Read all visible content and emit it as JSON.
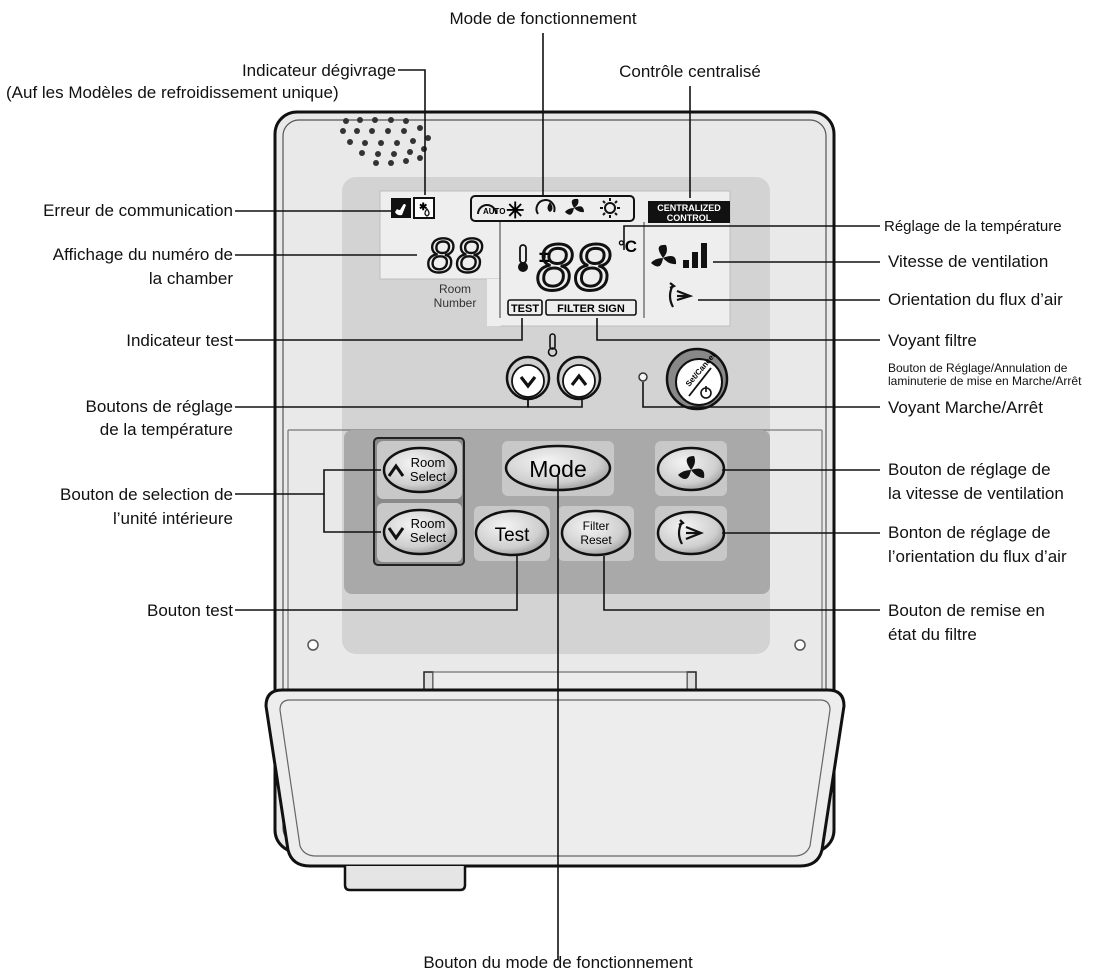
{
  "labels": {
    "mode": "Mode de fonctionnement",
    "defrost_line1": "Indicateur dégivrage",
    "defrost_line2": "(Auf les Modèles de refroidissement unique)",
    "central_control": "Contrôle centralisé",
    "comm_error": "Erreur de communication",
    "room_number_line1": "Affichage du numéro de",
    "room_number_line2": "la chamber",
    "temp_setting": "Réglage de la température",
    "fan_speed": "Vitesse de ventilation",
    "airflow": "Orientation du flux d’air",
    "test_indicator": "Indicateur test",
    "filter_lamp": "Voyant filtre",
    "set_cancel_button": "Bouton de Réglage/Annulation de laminuterie de mise en Marche/Arrêt",
    "temp_buttons_line1": "Boutons de réglage",
    "temp_buttons_line2": "de la température",
    "power_lamp": "Voyant Marche/Arrêt",
    "indoor_select_line1": "Bouton de selection de",
    "indoor_select_line2": "l’unité intérieure",
    "fan_button_line1": "Bouton de réglage de",
    "fan_button_line2": "la vitesse de ventilation",
    "airflow_button_line1": "Bonton de réglage de",
    "airflow_button_line2": "l’orientation du flux d’air",
    "test_button": "Bouton test",
    "filter_reset_line1": "Bouton de remise en",
    "filter_reset_line2": "état du filtre",
    "mode_button": "Bouton du mode de fonctionnement"
  },
  "device": {
    "display": {
      "centralized_line1": "CENTRALIZED",
      "centralized_line2": "CONTROL",
      "room_digits": "88",
      "temp_digits": "88",
      "temp_unit": "°C",
      "room_label_line1": "Room",
      "room_label_line2": "Number",
      "test_tag": "TEST",
      "filter_tag": "FILTER SIGN",
      "auto_tag": "AUTO"
    },
    "buttons": {
      "room_select_line1": "Room",
      "room_select_line2": "Select",
      "mode": "Mode",
      "test": "Test",
      "filter_line1": "Filter",
      "filter_line2": "Reset",
      "set_cancel": "Set/Cancel"
    }
  },
  "colors": {
    "body": "#e6e6e6",
    "panel": "#cfcfcf",
    "display": "#ededed",
    "button_area": "#a8a8a8",
    "button_bg": "#c4c4c4",
    "dark": "#111111"
  }
}
